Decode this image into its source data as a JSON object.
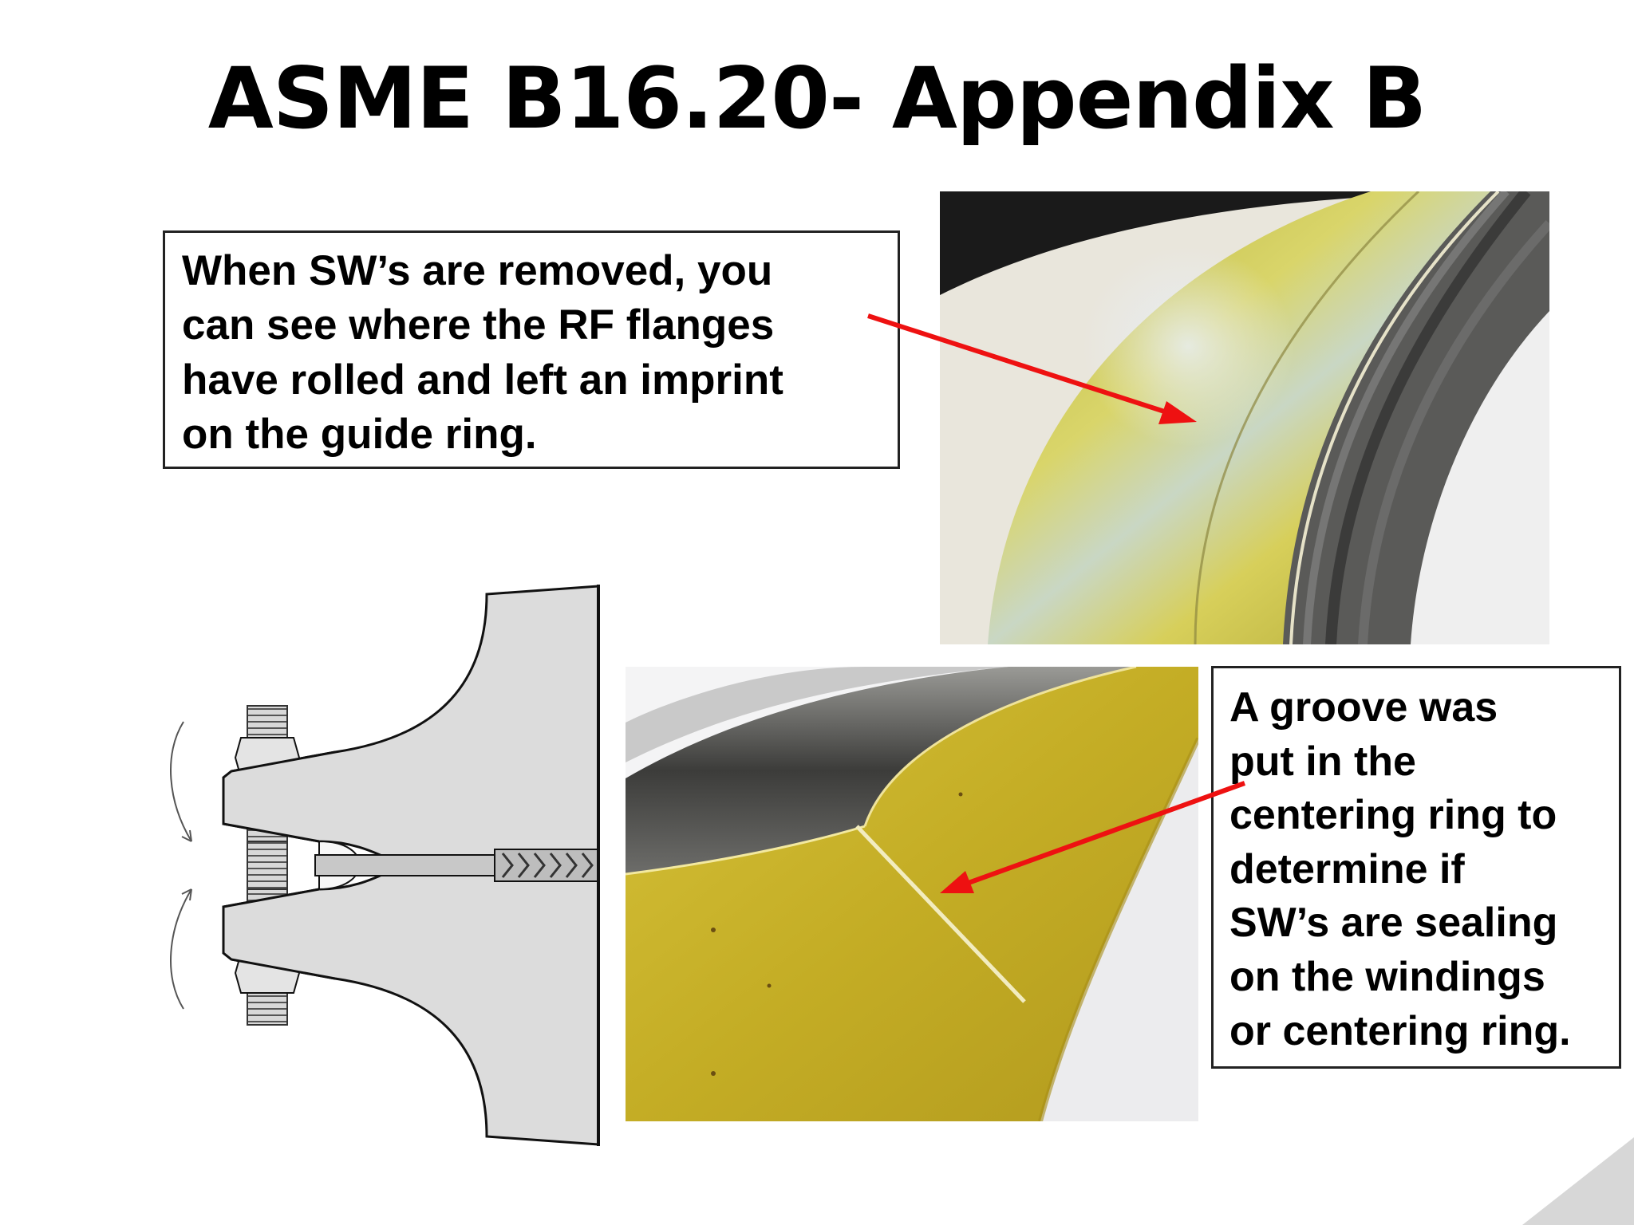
{
  "slide": {
    "title": "ASME B16.20- Appendix B"
  },
  "callout_top": {
    "lines": [
      "When SW’s are removed, you",
      "can see where the RF flanges",
      "have rolled and left an imprint",
      "on the guide ring."
    ]
  },
  "callout_bottom": {
    "lines": [
      "A groove was",
      "put in the",
      "centering ring to",
      "determine if",
      "SW’s are sealing",
      "on the windings",
      "or centering ring."
    ]
  },
  "colors": {
    "arrow": "#ee1111",
    "guide_ring": "#c8c24a",
    "centering_ring": "#c9b429",
    "flange_fill": "#dcdcdc"
  }
}
